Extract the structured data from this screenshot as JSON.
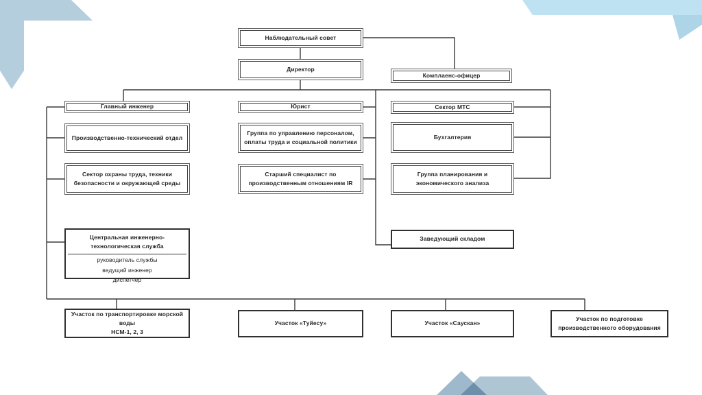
{
  "colors": {
    "connector": "#3a3a3a",
    "box_border": "#454545",
    "text": "#262626",
    "decor_top_left": "#b5cedd",
    "decor_top_right": "#bee2f2",
    "decor_top_right_triangle": "#aed4e8",
    "decor_bottom_triangle": "#9fb9cc",
    "decor_bottom_trapezoid": "#aec5d4"
  },
  "org_chart": {
    "nodes": {
      "supervisory_board": "Наблюдательный совет",
      "director": "Директор",
      "compliance_officer": "Комплаенс-офицер",
      "chief_engineer": "Главный инженер",
      "lawyer": "Юрист",
      "mts_sector": "Сектор МТС",
      "production_technical_dept": "Производственно-технический отдел",
      "hr_payroll_social_group": "Группа по управлению персоналом, оплаты труда и социальной политики",
      "accounting": "Бухгалтерия",
      "labor_safety_sector": "Сектор охраны труда, техники безопасности и окружающей среды",
      "senior_ir_specialist": "Старший специалист по производственным отношениям IR",
      "planning_economic_group": "Группа планирования и экономического анализа",
      "central_engineering_service": {
        "title": "Центральная инженерно-технологическая служба",
        "staff": [
          "руководитель службы",
          "ведущий инженер",
          "диспетчер"
        ]
      },
      "warehouse_manager": "Заведующий складом",
      "sea_water_transport_site": {
        "title": "Участок по транспортировке морской воды",
        "subtitle": "НСМ-1, 2, 3"
      },
      "tuyesu_site": "Участок «Туйесу»",
      "sauskan_site": "Участок «Саускан»",
      "equipment_preparation_site": "Участок по подготовке производственного оборудования"
    }
  }
}
